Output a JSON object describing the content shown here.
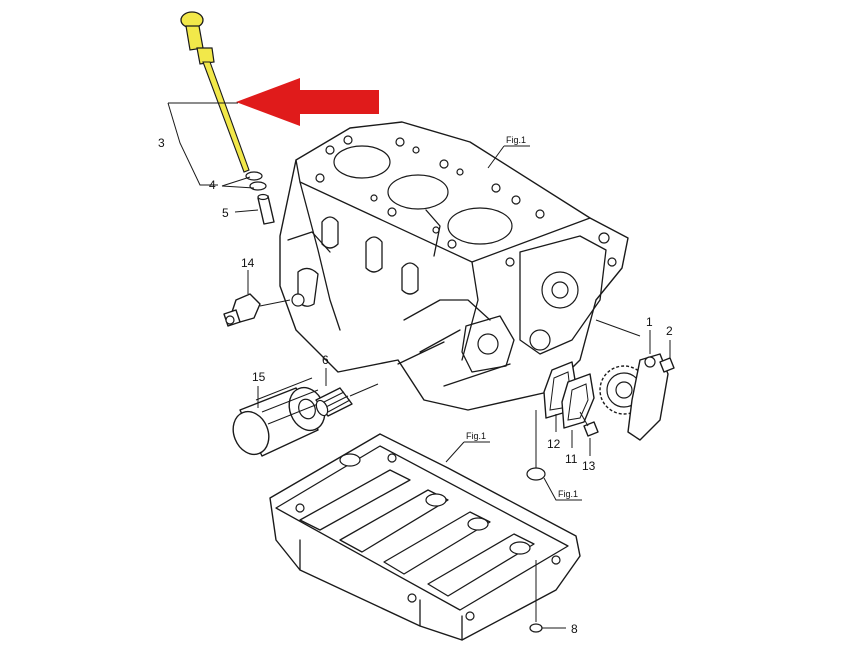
{
  "colors": {
    "arrow": "#e01b1b",
    "highlight": "#f2e84a",
    "linework": "#1a1a1a",
    "background": "#ffffff"
  },
  "callouts": {
    "p1": "1",
    "p2": "2",
    "p3": "3",
    "p4": "4",
    "p5": "5",
    "p6": "6",
    "p8": "8",
    "p11": "11",
    "p12": "12",
    "p13": "13",
    "p14": "14",
    "p15": "15"
  },
  "figure_refs": {
    "block": "Fig.1",
    "oil_pan": "Fig.1",
    "oring": "Fig.1"
  },
  "icons": {
    "pointer": "red-arrow-icon"
  }
}
